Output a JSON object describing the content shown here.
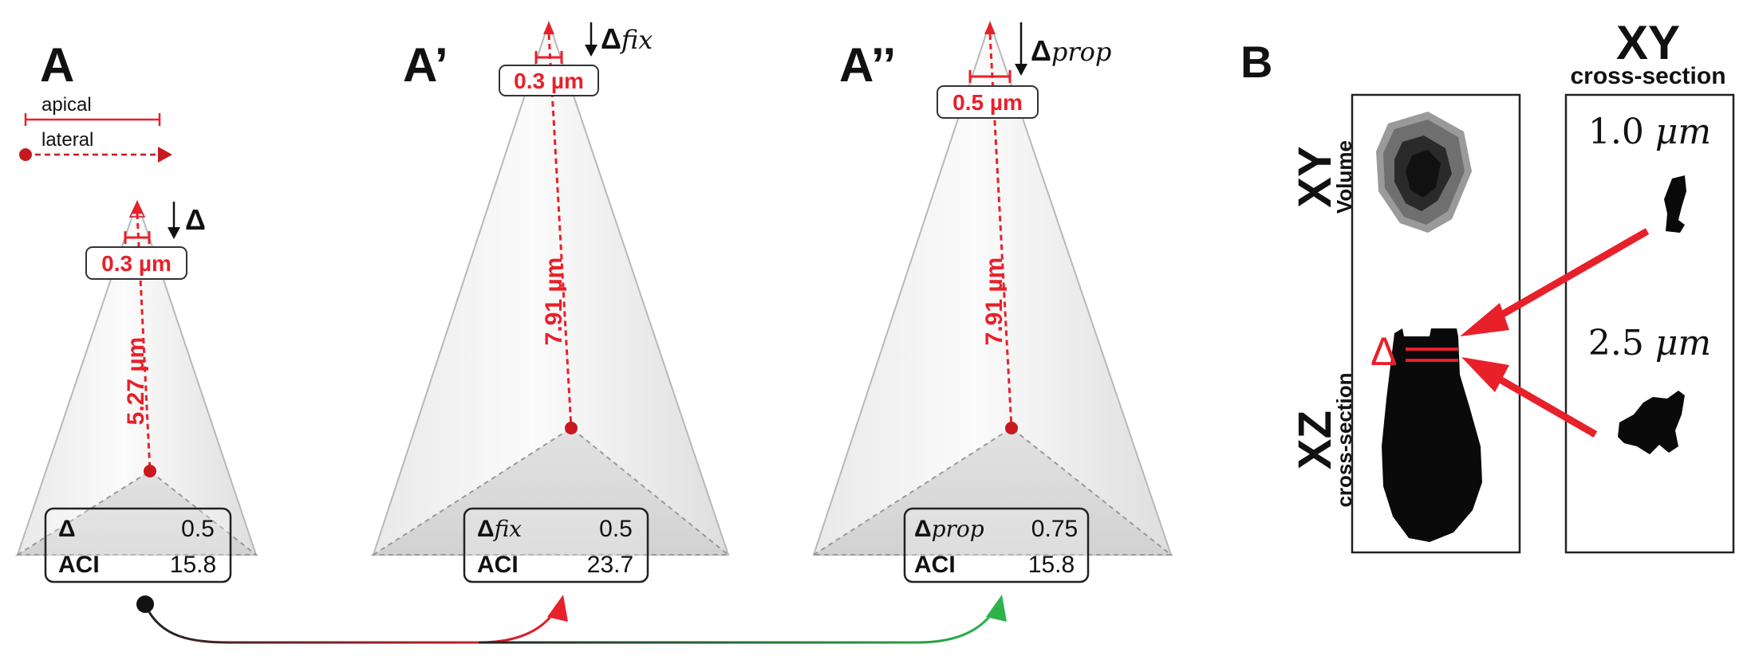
{
  "legend": {
    "apical": "apical",
    "lateral": "lateral"
  },
  "panels": {
    "A": {
      "letter": "A",
      "delta": "Δ",
      "delta_sub": "",
      "width_label": "0.3 µm",
      "height_label": "5.27 µm",
      "table": {
        "r1_key": "Δ",
        "r1_sub": "",
        "r1_val": "0.5",
        "r2_key": "ACI",
        "r2_val": "15.8"
      }
    },
    "A1": {
      "letter": "A’",
      "delta": "Δ",
      "delta_sub": "fix",
      "width_label": "0.3 µm",
      "height_label": "7.91 µm",
      "table": {
        "r1_key": "Δ",
        "r1_sub": "fix",
        "r1_val": "0.5",
        "r2_key": "ACI",
        "r2_val": "23.7"
      }
    },
    "A2": {
      "letter": "A’’",
      "delta": "Δ",
      "delta_sub": "prop",
      "width_label": "0.5 µm",
      "height_label": "7.91 µm",
      "table": {
        "r1_key": "Δ",
        "r1_sub": "prop",
        "r1_val": "0.75",
        "r2_key": "ACI",
        "r2_val": "15.8"
      }
    }
  },
  "panel_b": {
    "letter": "B",
    "col2_title": "XY",
    "col2_subtitle": "cross-section",
    "row1_label": "XY",
    "row1_sub": "Volume",
    "row2_label": "XZ",
    "row2_sub": "cross-section",
    "delta": "Δ",
    "depth1_num": "1.0",
    "depth1_unit": "μm",
    "depth2_num": "2.5",
    "depth2_unit": "μm"
  },
  "colors": {
    "accent_red": "#e8202a",
    "dark_red": "#c8191f",
    "green_arrow": "#2db34a",
    "frame": "#222222"
  }
}
